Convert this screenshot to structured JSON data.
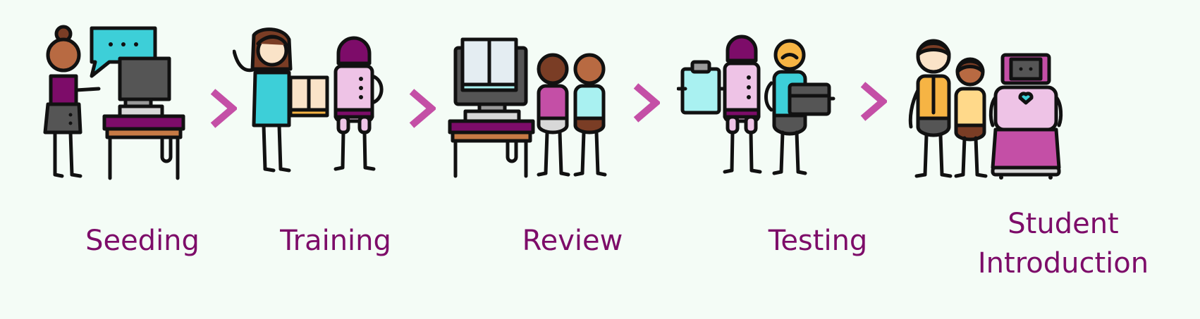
{
  "colors": {
    "background": "#f4fcf6",
    "label": "#7d0c69",
    "chevron": "#c44fa6",
    "outline": "#111111",
    "purple": "#7d0c69",
    "pink": "#eec3e6",
    "magenta": "#c44fa6",
    "cyan": "#3dcfd8",
    "light_cyan": "#a9f1f1",
    "skin_brown": "#b86a42",
    "skin_dark": "#7a3d25",
    "skin_light": "#fae3c8",
    "orange": "#f6b444",
    "yellow": "#ffd98a",
    "gray_dark": "#555555",
    "gray": "#9a9a9a",
    "wood": "#c77a45"
  },
  "steps": [
    {
      "label_lines": [
        "Seeding"
      ],
      "icon": "person-talking-computer-icon"
    },
    {
      "label_lines": [
        "Training"
      ],
      "icon": "teacher-book-robot-icon"
    },
    {
      "label_lines": [
        "Review"
      ],
      "icon": "computer-two-people-icon"
    },
    {
      "label_lines": [
        "Testing"
      ],
      "icon": "clipboard-robot-person-icon"
    },
    {
      "label_lines": [
        "Student",
        "Introduction"
      ],
      "icon": "students-robot-icon"
    }
  ],
  "arrows": [
    "chevron-right-icon",
    "chevron-right-icon",
    "chevron-right-icon",
    "chevron-right-icon"
  ]
}
